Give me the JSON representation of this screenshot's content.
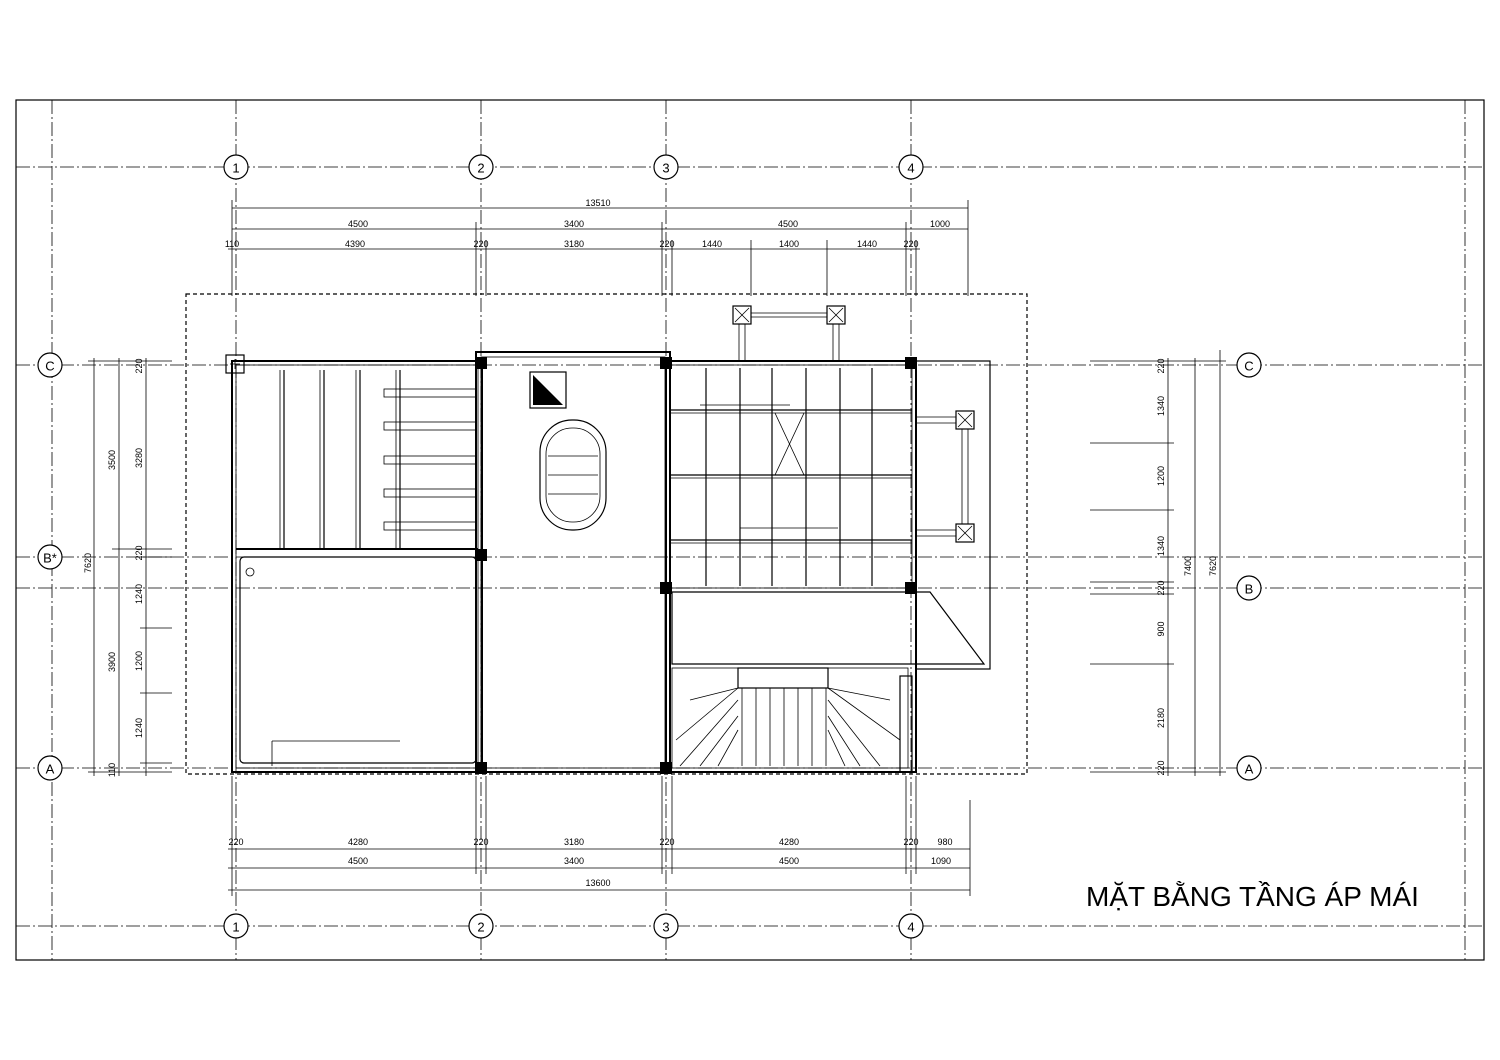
{
  "title": "MẶT BẰNG TẦNG ÁP MÁI",
  "grid_axes": {
    "columns": [
      "1",
      "2",
      "3",
      "4"
    ],
    "rows": [
      "C",
      "B*",
      "B",
      "A"
    ]
  },
  "dimensions": {
    "top_total": "13510",
    "top_bays": [
      "4500",
      "3400",
      "4500",
      "1000"
    ],
    "top_detail": [
      "110",
      "4390",
      "220",
      "3180",
      "220",
      "1440",
      "1400",
      "1440",
      "220"
    ],
    "bottom_detail": [
      "220",
      "4280",
      "220",
      "3180",
      "220",
      "4280",
      "220",
      "980"
    ],
    "bottom_bays": [
      "4500",
      "3400",
      "4500",
      "1090"
    ],
    "bottom_total": "13600",
    "left_outer": [
      "3500",
      "3900"
    ],
    "left_outer_total": "7620",
    "left_inner": [
      "220",
      "3280",
      "220",
      "1240",
      "1200",
      "1240",
      "110"
    ],
    "right_inner": [
      "220",
      "1340",
      "1200",
      "1340",
      "220",
      "900",
      "2180",
      "220"
    ],
    "right_total_a": "7400",
    "right_total_b": "7620"
  },
  "colors": {
    "line": "#000000",
    "paper": "#ffffff"
  }
}
